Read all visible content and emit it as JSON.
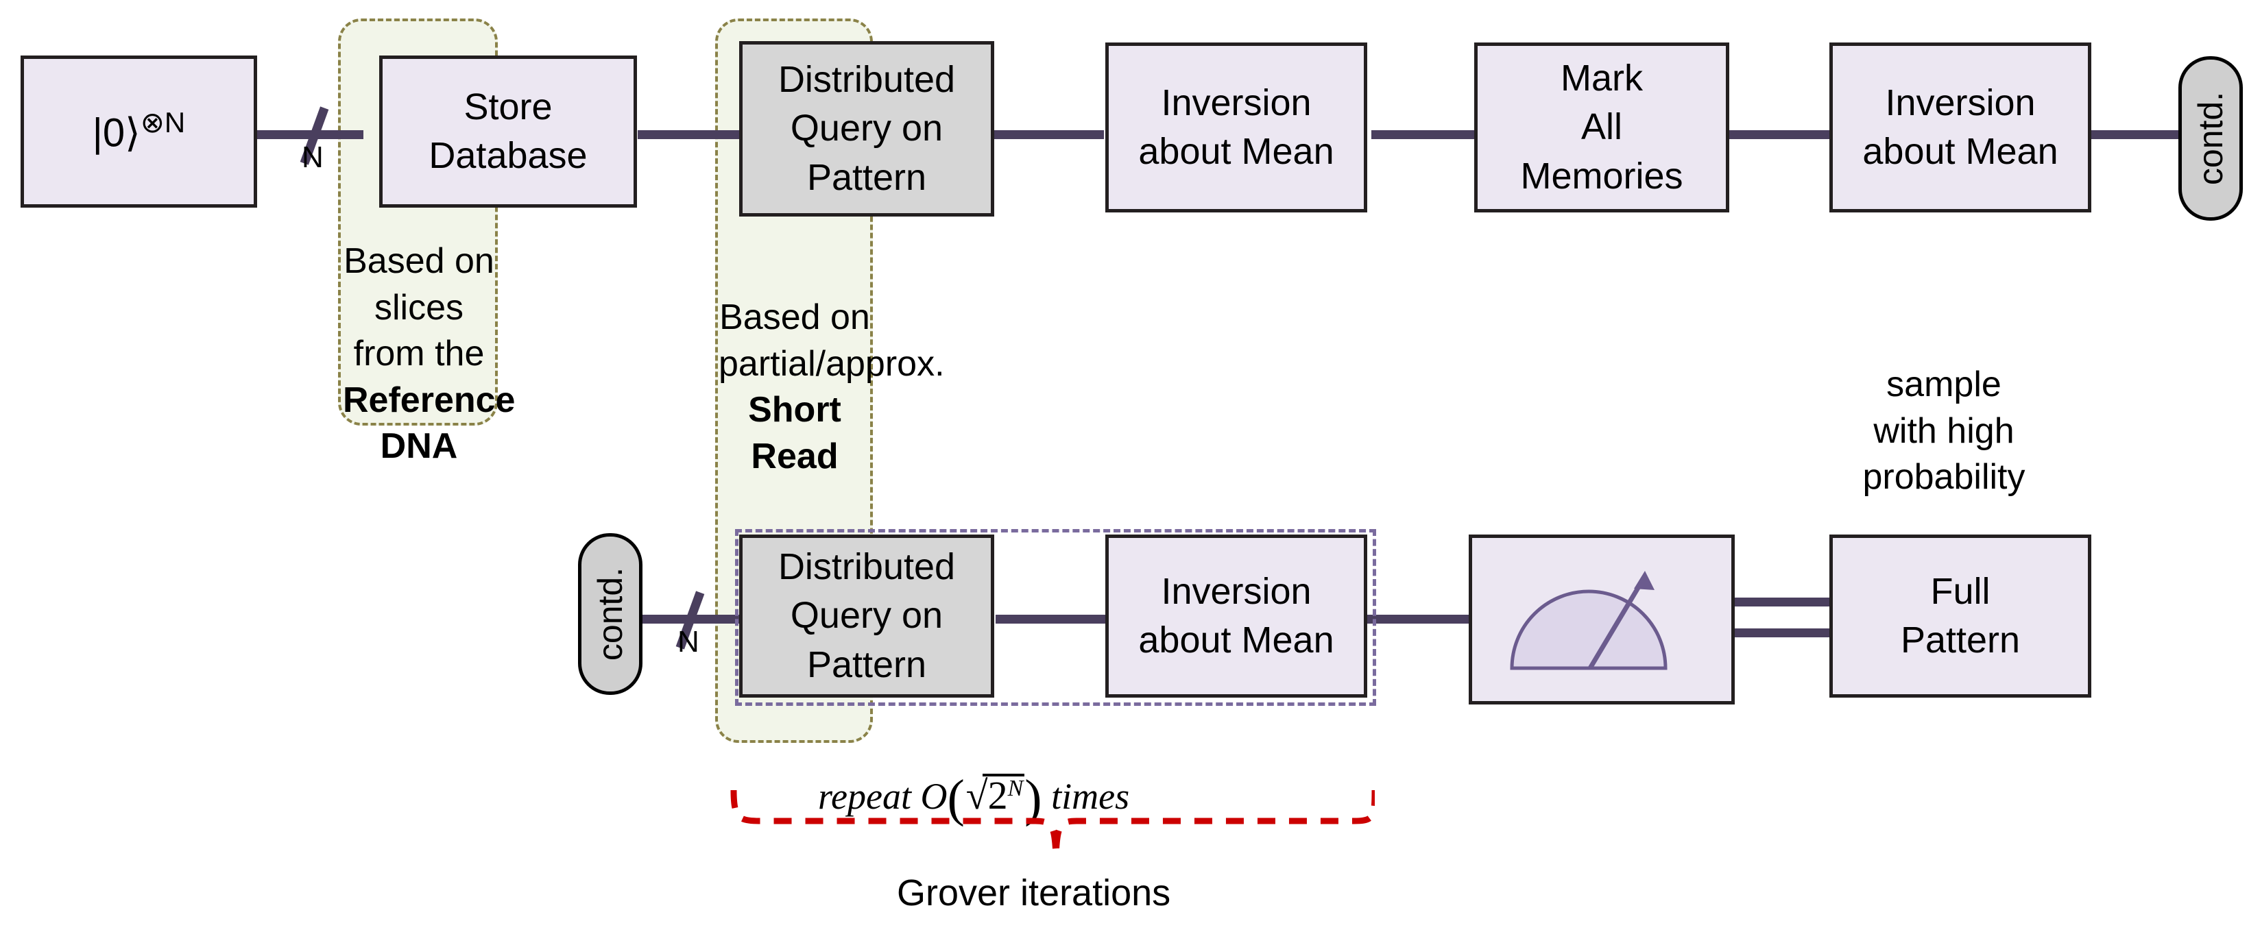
{
  "diagram": {
    "title": "Grover-based distributed quantum pattern matching circuit",
    "colors": {
      "gate_fill": "#ece7f2",
      "gate_oracle_fill": "#d6d6d6",
      "gate_border": "#231f20",
      "wire": "#4a3f5e",
      "group_olive_fill": "#f2f5e9",
      "group_olive_border": "#8a8248",
      "group_purple_border": "#7a6b9e",
      "brace_red": "#cc0000",
      "contd_fill": "#cfcfcf"
    }
  },
  "top_row": {
    "input_state": {
      "label": "|0⟩",
      "superscript": "⊗N"
    },
    "wire_width_label": "N",
    "gates": [
      {
        "id": "store-database",
        "label_lines": [
          "Store",
          "Database"
        ],
        "style": "light"
      },
      {
        "id": "distributed-query-on-pattern",
        "label_lines": [
          "Distributed",
          "Query on",
          "Pattern"
        ],
        "style": "oracle"
      },
      {
        "id": "inversion-about-mean-1",
        "label_lines": [
          "Inversion",
          "about Mean"
        ],
        "style": "light"
      },
      {
        "id": "mark-all-memories",
        "label_lines": [
          "Mark",
          "All",
          "Memories"
        ],
        "style": "light"
      },
      {
        "id": "inversion-about-mean-2",
        "label_lines": [
          "Inversion",
          "about Mean"
        ],
        "style": "light"
      }
    ],
    "contd_label": "contd."
  },
  "bottom_row": {
    "contd_label": "contd.",
    "wire_width_label": "N",
    "gates": [
      {
        "id": "distributed-query-on-pattern-2",
        "label_lines": [
          "Distributed",
          "Query on",
          "Pattern"
        ],
        "style": "oracle"
      },
      {
        "id": "inversion-about-mean-3",
        "label_lines": [
          "Inversion",
          "about Mean"
        ],
        "style": "light"
      }
    ],
    "measurement": {
      "id": "measurement-gate",
      "icon": "measurement-meter-icon"
    },
    "output": {
      "id": "full-pattern",
      "label_lines": [
        "Full",
        "Pattern"
      ],
      "style": "light"
    }
  },
  "annotations": {
    "store_note": {
      "lines": [
        "Based on slices",
        "from the"
      ],
      "emphasis": "Reference DNA"
    },
    "query_note": {
      "lines": [
        "Based on",
        "partial/approx."
      ],
      "emphasis": "Short Read"
    },
    "sample_note": {
      "lines": [
        "sample",
        "with high",
        "probability"
      ]
    },
    "repeat_formula": {
      "prefix": "repeat",
      "big_o": "O",
      "radicand_base": "2",
      "radicand_exponent": "N",
      "suffix": "times",
      "plain_text": "repeat O(√2ᴺ) times"
    },
    "grover_label": "Grover iterations"
  }
}
